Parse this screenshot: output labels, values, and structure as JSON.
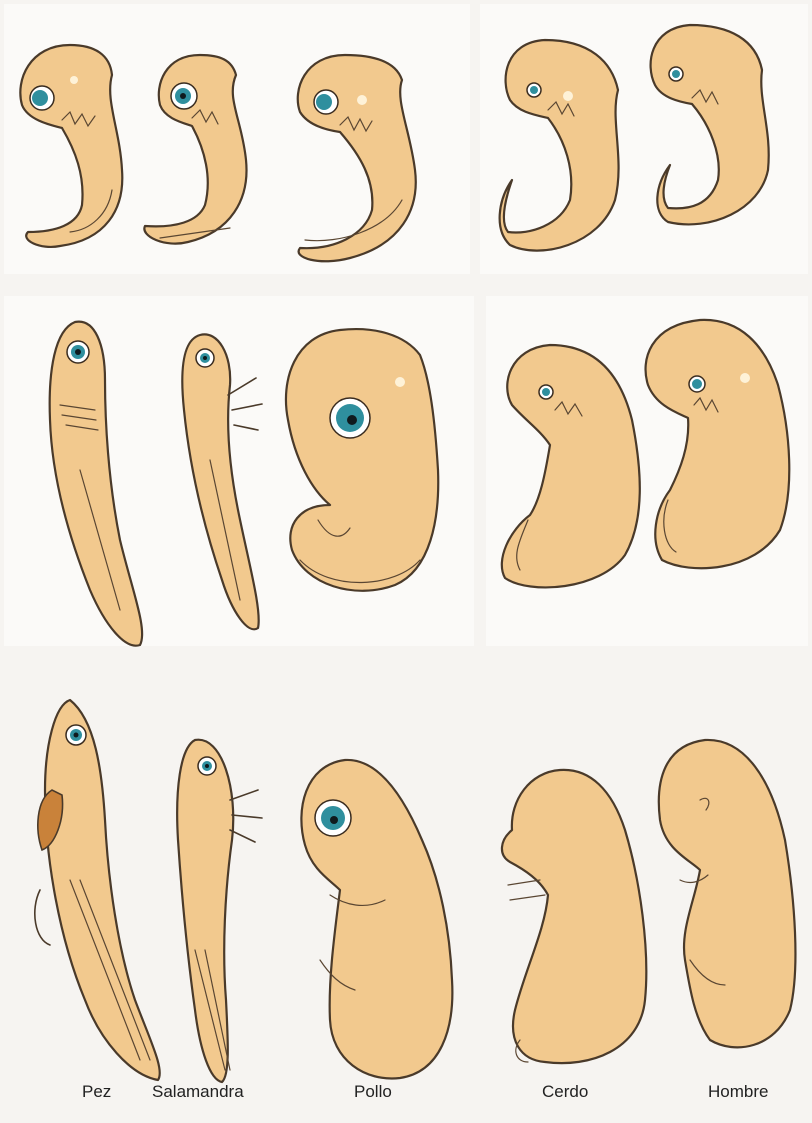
{
  "figure": {
    "labels": {
      "pez": "Pez",
      "salamandra": "Salamandra",
      "pollo": "Pollo",
      "cerdo": "Cerdo",
      "hombre": "Hombre"
    }
  },
  "colors": {
    "embryo_skin": "#f2c98e",
    "outline": "#4a3a2a",
    "eye_iris": "#2f8f9e",
    "fin": "#c9823a",
    "background": "#f6f4f1"
  }
}
